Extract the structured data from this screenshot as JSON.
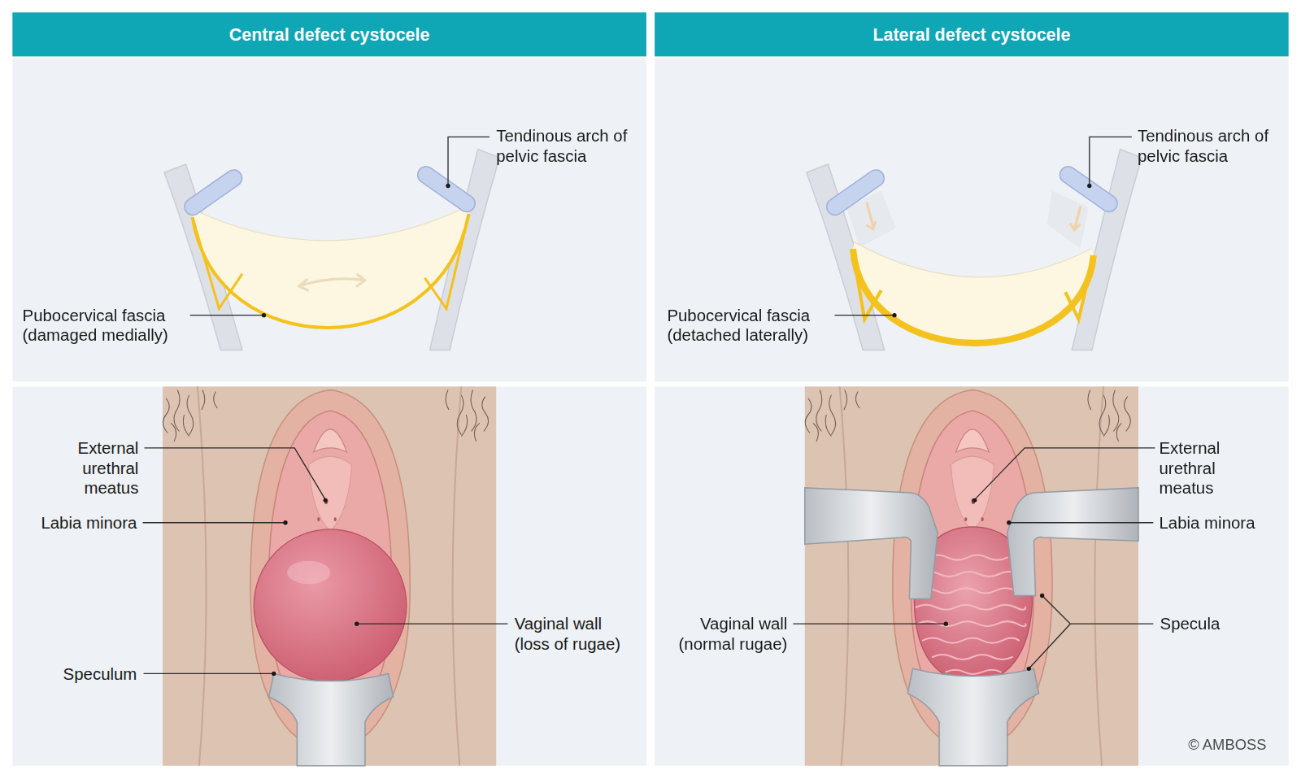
{
  "diagram": {
    "nodes": [
      {
        "text": [
          "Central defect cystocele"
        ]
      },
      {
        "text": [
          "Lateral defect cystocele"
        ]
      }
    ],
    "labels": [
      "Tendinous arch of pelvic fascia",
      "Pubocervical fascia (damaged medially)",
      "Tendinous arch of pelvic fascia",
      "Pubocervical fascia (detached laterally)",
      "External urethral meatus",
      "Labia minora",
      "Vaginal wall (loss of rugae)",
      "Speculum",
      "External urethral meatus",
      "Labia minora",
      "Vaginal wall (normal rugae)",
      "Specula",
      "© AMBOSS"
    ]
  }
}
